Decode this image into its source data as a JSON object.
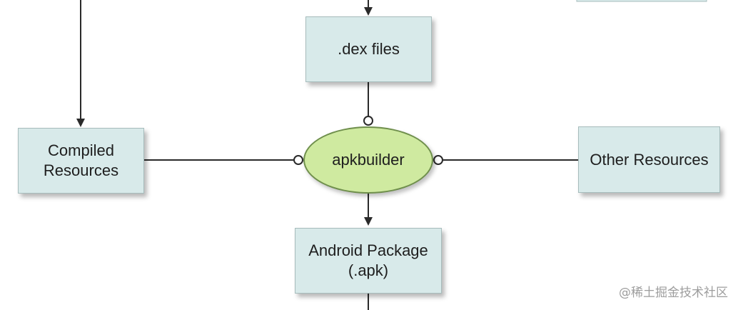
{
  "diagram": {
    "nodes": {
      "dex_files": {
        "label": ".dex files"
      },
      "compiled_resources": {
        "label": "Compiled\nResources"
      },
      "apkbuilder": {
        "label": "apkbuilder"
      },
      "other_resources": {
        "label": "Other Resources"
      },
      "android_package": {
        "label": "Android Package\n(.apk)"
      }
    },
    "colors": {
      "box_fill": "#d8eaea",
      "box_border": "#a7bcbc",
      "ellipse_fill": "#cfeaa0",
      "ellipse_border": "#6f8f4c",
      "line": "#2a2a2a"
    }
  },
  "watermark": "@稀土掘金技术社区"
}
